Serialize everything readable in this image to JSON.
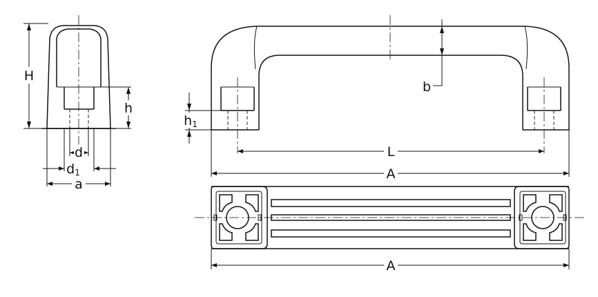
{
  "drawing": {
    "side_view": {
      "H": "H",
      "h": "h",
      "d": "d",
      "d1_base": "d",
      "d1_sub": "1",
      "a": "a"
    },
    "front_view": {
      "b": "b",
      "h1_base": "h",
      "h1_sub": "1",
      "L": "L",
      "A": "A"
    },
    "top_view": {
      "A": "A"
    }
  }
}
